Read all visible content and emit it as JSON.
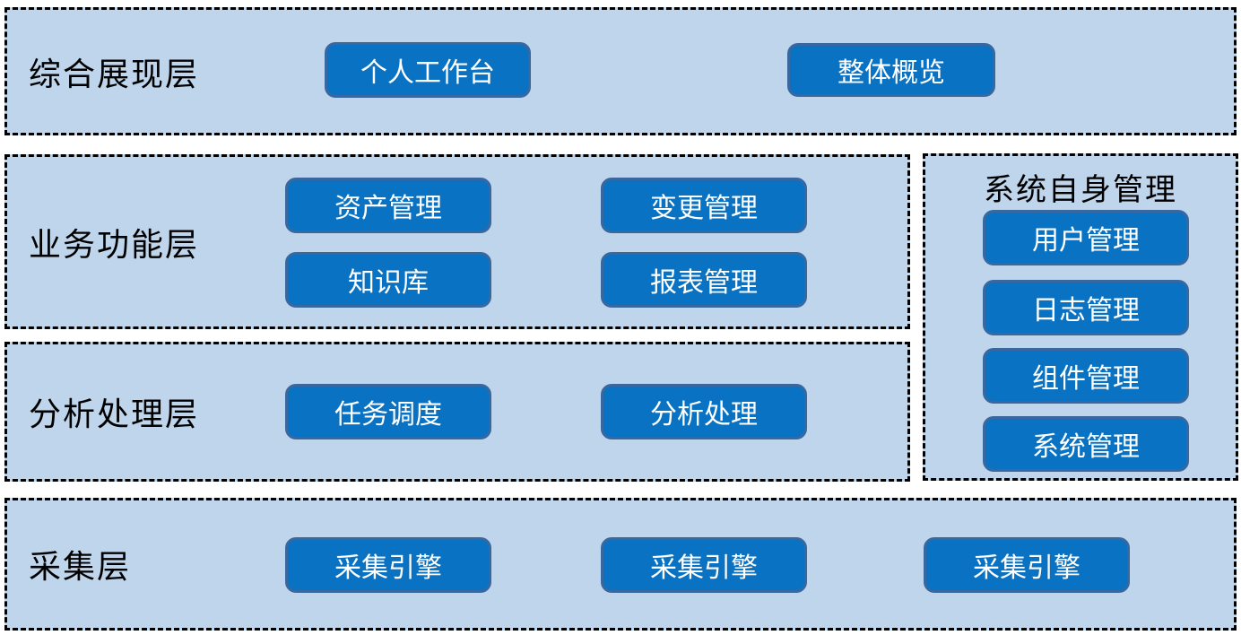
{
  "diagram": {
    "layers": [
      {
        "id": "display",
        "label": "综合展现层",
        "buttons": [
          "个人工作台",
          "整体概览"
        ]
      },
      {
        "id": "business",
        "label": "业务功能层",
        "buttons": [
          "资产管理",
          "变更管理",
          "知识库",
          "报表管理"
        ]
      },
      {
        "id": "analysis",
        "label": "分析处理层",
        "buttons": [
          "任务调度",
          "分析处理"
        ]
      },
      {
        "id": "collection",
        "label": "采集层",
        "buttons": [
          "采集引擎",
          "采集引擎",
          "采集引擎"
        ]
      }
    ],
    "side_panel": {
      "title": "系统自身管理",
      "buttons": [
        "用户管理",
        "日志管理",
        "组件管理",
        "系统管理"
      ]
    },
    "colors": {
      "page_bg": "#ffffff",
      "panel_bg": "#bed5ec",
      "dash": "#000000",
      "label_text": "#000000",
      "button_bg": "#0a72c2",
      "button_border": "#38689f",
      "button_text": "#ffffff"
    }
  }
}
